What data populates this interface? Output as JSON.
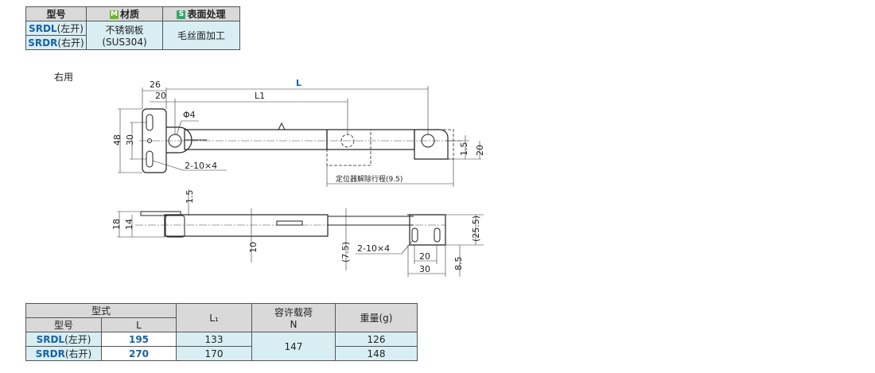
{
  "spec": {
    "headers": {
      "model": "型号",
      "material_tag": "M",
      "material": "材质",
      "surface_tag": "S",
      "surface": "表面处理"
    },
    "rows": [
      {
        "model": "SRDL",
        "model_suffix": "(左开)"
      },
      {
        "model": "SRDR",
        "model_suffix": "(右开)"
      }
    ],
    "material_line1": "不锈钢板",
    "material_line2": "(SUS304)",
    "surface_value": "毛丝面加工"
  },
  "drawing": {
    "right_use": "右用",
    "dims": {
      "d26": "26",
      "d20": "20",
      "L": "L",
      "L1": "L1",
      "phi4": "Φ4",
      "d48": "48",
      "d30": "30",
      "holes": "2-10×4",
      "d1_5a": "1.5",
      "d20r": "20",
      "release": "定位器解除行程(9.5)",
      "d1_5b": "1.5",
      "d18": "18",
      "d14": "14",
      "d10": "10",
      "d7_5": "(7.5)",
      "holes2": "2-10×4",
      "d25_5": "(25.5)",
      "d20b": "20",
      "d30b": "30",
      "d8_5": "8.5"
    }
  },
  "table": {
    "headers": {
      "type": "型式",
      "model": "型号",
      "L": "L",
      "L1": "L₁",
      "load_line1": "容许载荷",
      "load_line2": "N",
      "weight": "重量(g)"
    },
    "rows": [
      {
        "model": "SRDL",
        "suffix": "(左开)",
        "L": "195",
        "L1": "133",
        "weight": "126"
      },
      {
        "model": "SRDR",
        "suffix": "(右开)",
        "L": "270",
        "L1": "170",
        "weight": "148"
      }
    ],
    "load": "147"
  }
}
